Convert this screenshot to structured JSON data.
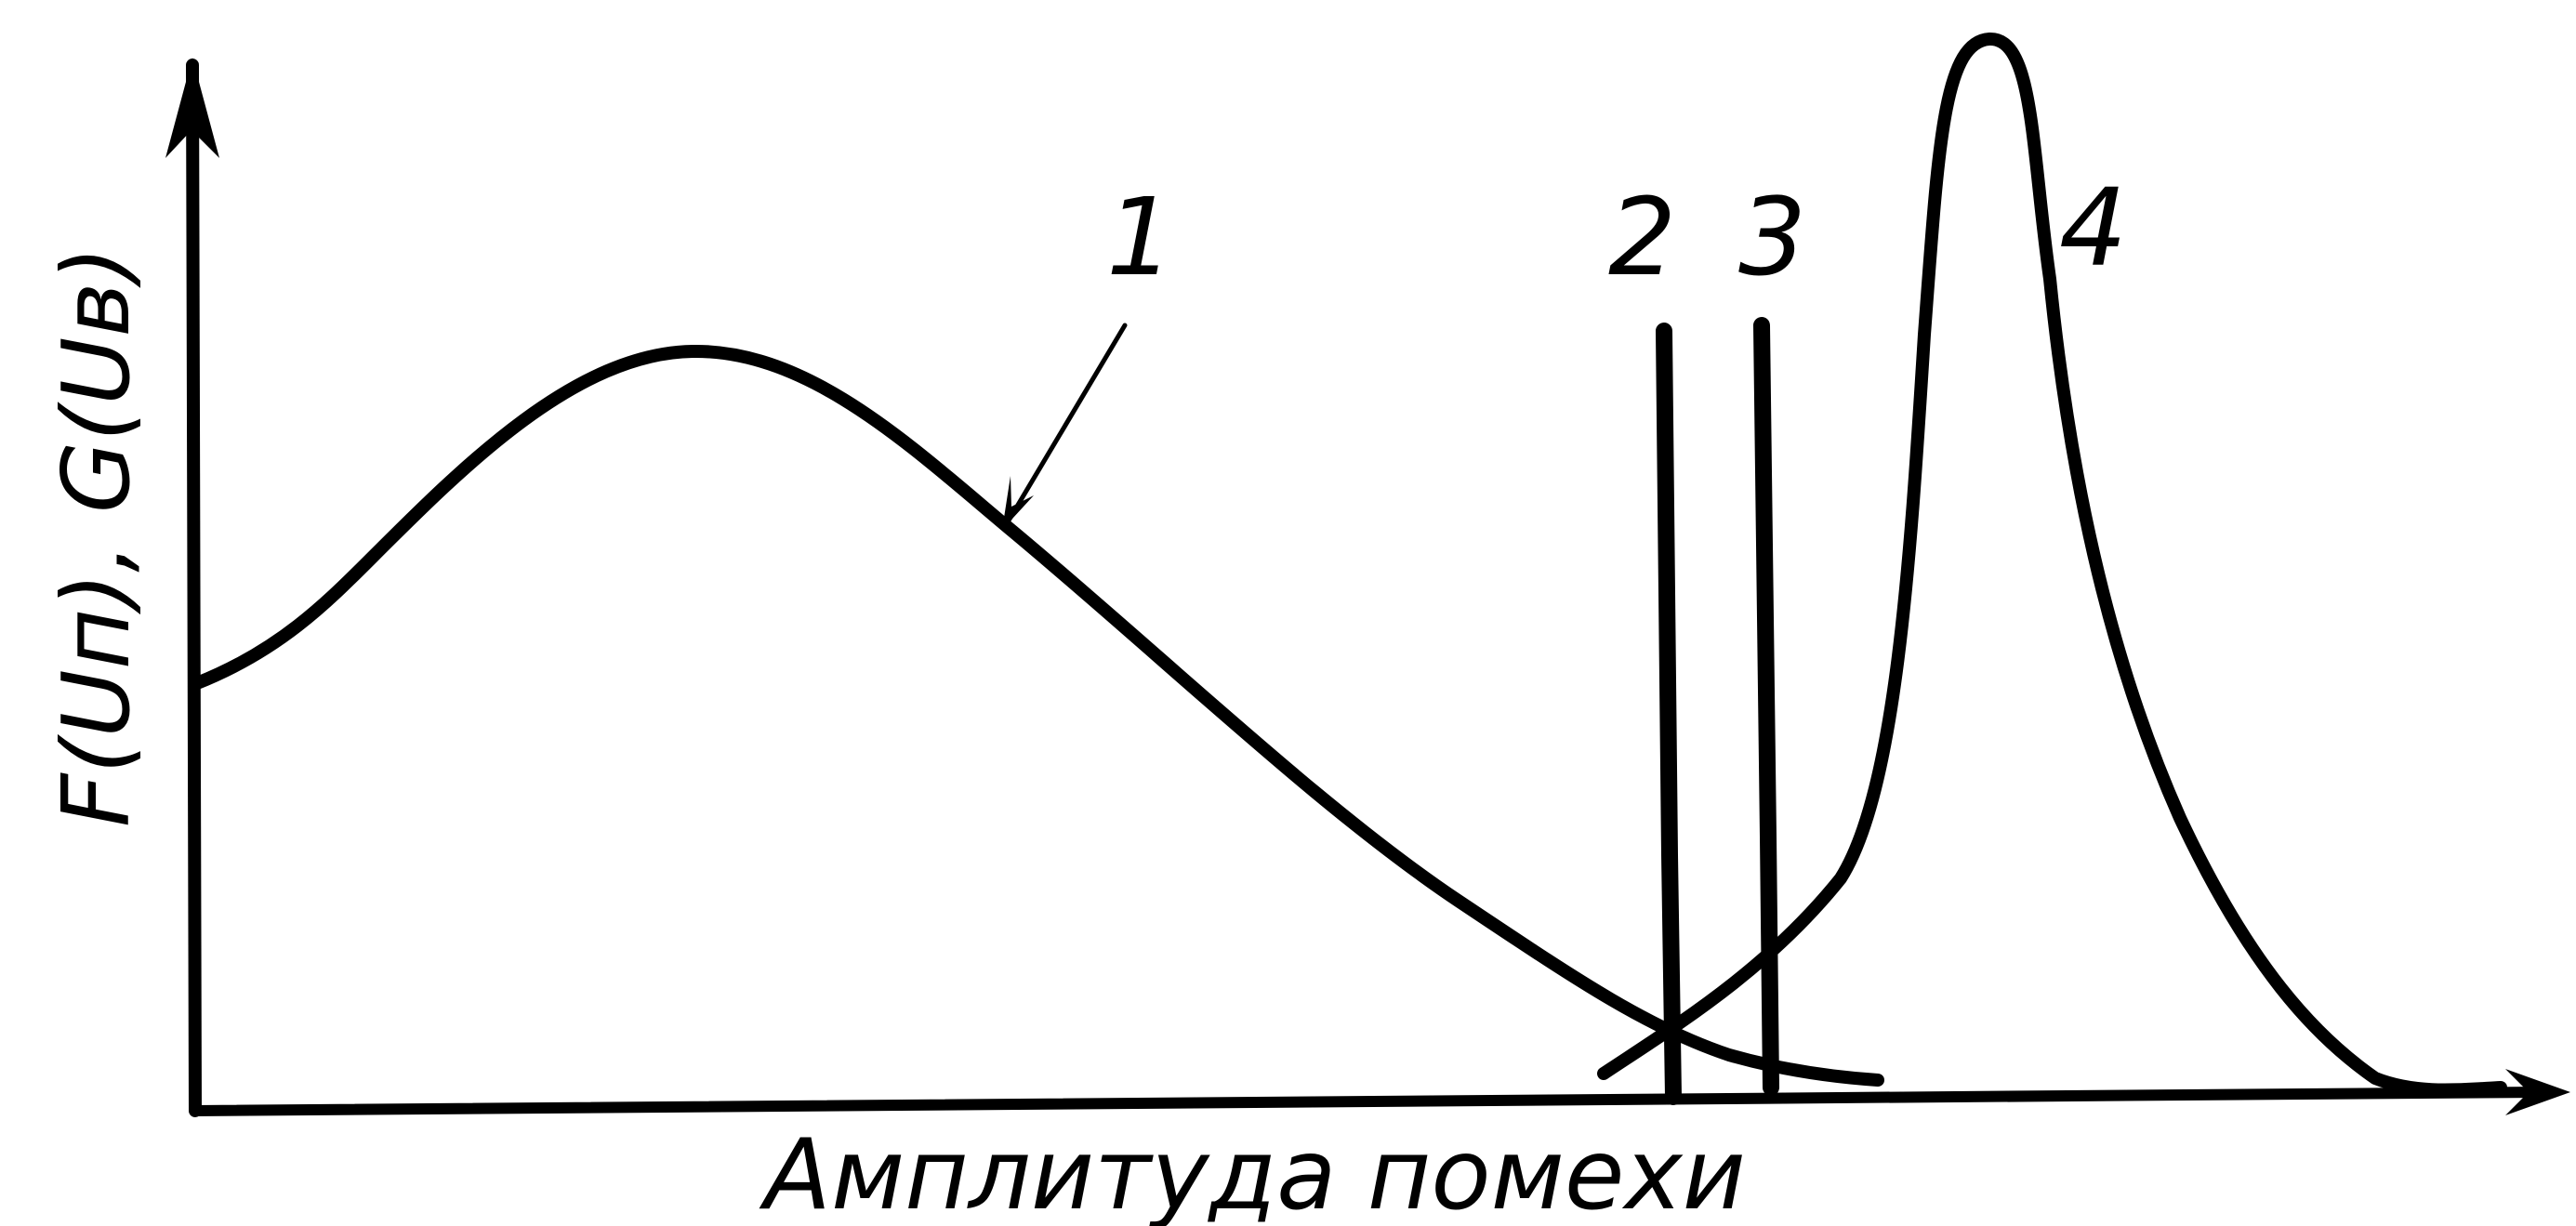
{
  "diagram": {
    "y_axis_label": "F(Uп), G(Uв)",
    "x_axis_label": "Амплитуда помехи",
    "curves": [
      {
        "id": "1",
        "label": "1"
      },
      {
        "id": "2",
        "label": "2"
      },
      {
        "id": "3",
        "label": "3"
      },
      {
        "id": "4",
        "label": "4"
      }
    ],
    "ink_color": "#000000",
    "background_color": "#ffffff"
  }
}
